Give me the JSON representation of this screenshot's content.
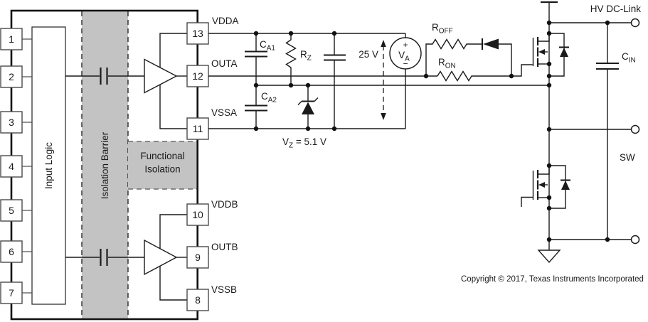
{
  "chip": {
    "left_pins": [
      "1",
      "2",
      "3",
      "4",
      "5",
      "6",
      "7"
    ],
    "right_pins": [
      {
        "number": "13",
        "signal": "VDDA"
      },
      {
        "number": "12",
        "signal": "OUTA"
      },
      {
        "number": "11",
        "signal": "VSSA"
      },
      {
        "number": "10",
        "signal": "VDDB"
      },
      {
        "number": "9",
        "signal": "OUTB"
      },
      {
        "number": "8",
        "signal": "VSSB"
      }
    ],
    "blocks": {
      "input_logic": "Input Logic",
      "isolation_barrier": "Isolation Barrier",
      "functional_isolation_line1": "Functional",
      "functional_isolation_line2": "Isolation"
    }
  },
  "components": {
    "ca1": {
      "base": "C",
      "sub": "A1"
    },
    "ca2": {
      "base": "C",
      "sub": "A2"
    },
    "rz": {
      "base": "R",
      "sub": "Z"
    },
    "roff": {
      "base": "R",
      "sub": "OFF"
    },
    "ron": {
      "base": "R",
      "sub": "ON"
    },
    "cin": {
      "base": "C",
      "sub": "IN"
    },
    "va": {
      "plus": "+",
      "base": "V",
      "sub": "A",
      "minus": "−"
    },
    "supply_voltage": "25 V",
    "zener_value": {
      "base": "V",
      "sub": "Z",
      "rest": " = 5.1 V"
    }
  },
  "net_labels": {
    "hv_dc_link": "HV DC-Link",
    "sw": "SW"
  },
  "footer": {
    "copyright": "Copyright © 2017, Texas Instruments Incorporated"
  },
  "colors": {
    "background": "#ffffff",
    "line": "#1a1a1a",
    "barrier_fill": "#c3c3c3"
  }
}
